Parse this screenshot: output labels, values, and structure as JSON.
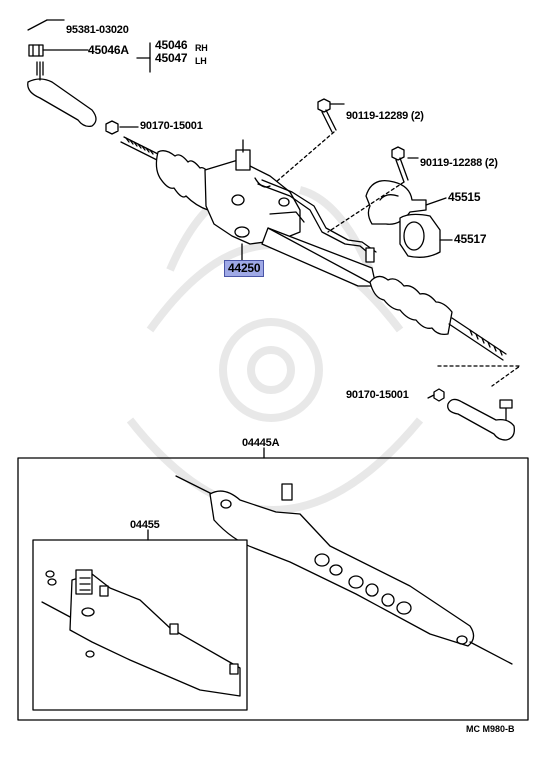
{
  "parts": {
    "p95381": "95381-03020",
    "p45046a": "45046A",
    "p45046": "45046",
    "p45046_side": "RH",
    "p45047": "45047",
    "p45047_side": "LH",
    "p90170_upper": "90170-15001",
    "p90119_a": "90119-12289 (2)",
    "p90119_b": "90119-12288 (2)",
    "p45515": "45515",
    "p45517": "45517",
    "p44250": "44250",
    "p90170_lower": "90170-15001",
    "p04445a": "04445A",
    "p04455": "04455"
  },
  "footer": {
    "code": "MC M980-B"
  },
  "colors": {
    "highlight": "#9fa9e6",
    "line": "#000000",
    "watermark": "#e8e8e8"
  }
}
